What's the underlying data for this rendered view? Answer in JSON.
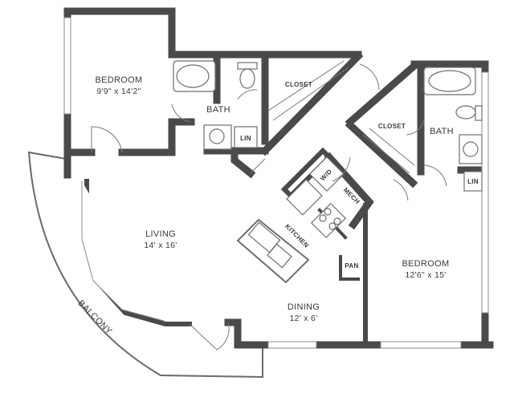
{
  "rooms": {
    "bedroom_left": {
      "name": "BEDROOM",
      "dims": "9'9\" x 14'2\""
    },
    "bath_left": {
      "name": "BATH"
    },
    "closet_left": {
      "name": "CLOSET"
    },
    "lin_left": {
      "name": "LIN"
    },
    "living": {
      "name": "LIVING",
      "dims": "14' x 16'"
    },
    "kitchen": {
      "name": "KITCHEN"
    },
    "wd": {
      "name": "W/D"
    },
    "mech": {
      "name": "MECH"
    },
    "pan": {
      "name": "PAN"
    },
    "dining": {
      "name": "DINING",
      "dims": "12' x 6'"
    },
    "balcony": {
      "name": "BALCONY"
    },
    "closet_right": {
      "name": "CLOSET"
    },
    "bath_right": {
      "name": "BATH"
    },
    "lin_right": {
      "name": "LIN"
    },
    "bedroom_right": {
      "name": "BEDROOM",
      "dims": "12'6\" x 15'"
    }
  },
  "colors": {
    "wall": "#4a4a4a",
    "fixture": "#6e6e6e",
    "background": "#ffffff"
  }
}
